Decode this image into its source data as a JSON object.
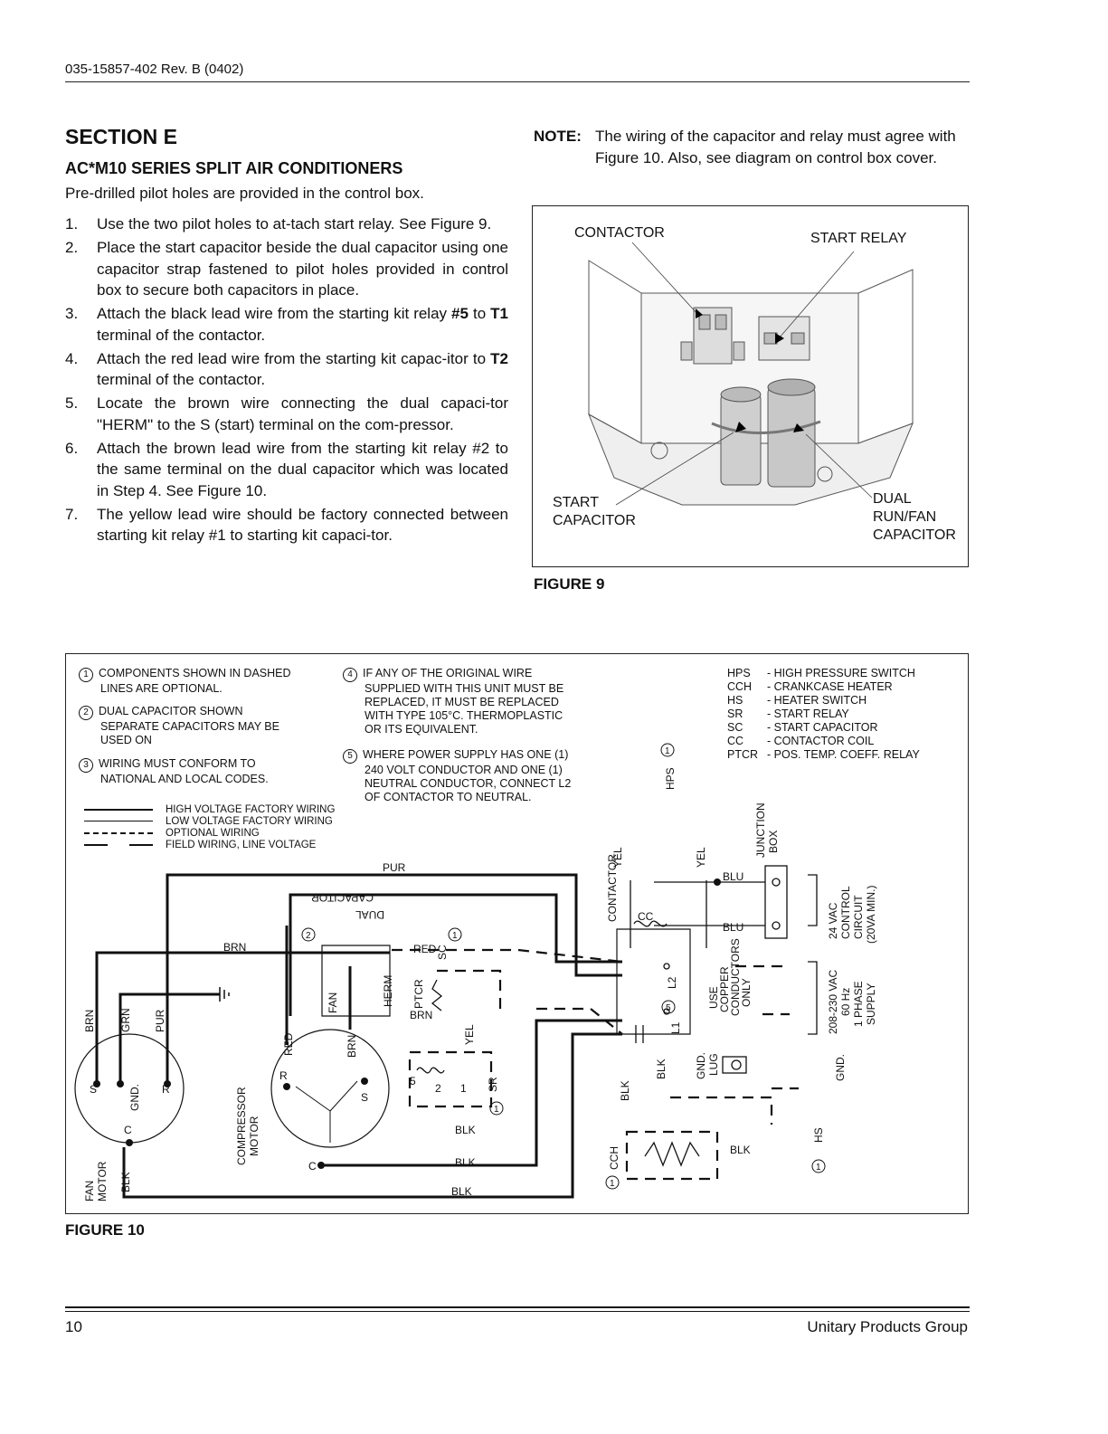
{
  "header": {
    "doc_number": "035-15857-402 Rev. B (0402)"
  },
  "section": {
    "title": "SECTION E",
    "subtitle": "AC*M10 SERIES SPLIT AIR CONDITIONERS",
    "intro": "Pre-drilled pilot holes are provided in the control box.",
    "steps": [
      {
        "num": "1.",
        "text": "Use the two pilot holes to at-tach start relay. See Figure 9."
      },
      {
        "num": "2.",
        "text": "Place the start capacitor beside the dual capacitor using one capacitor strap fastened to pilot holes provided in control box to secure both capacitors in place."
      },
      {
        "num": "3.",
        "pre": "Attach the black lead wire from the starting kit relay ",
        "b1": "#5",
        "mid": " to ",
        "b2": "T1",
        "post": " terminal of the contactor."
      },
      {
        "num": "4.",
        "pre": "Attach the red lead wire from the starting kit capac-itor to ",
        "b1": "T2",
        "post": " terminal of the contactor."
      },
      {
        "num": "5.",
        "text": "Locate the brown wire connecting the dual capaci-tor \"HERM\" to the S (start) terminal on the com-pressor."
      },
      {
        "num": "6.",
        "text": "Attach the brown lead wire from the starting kit relay #2 to the same terminal on the dual capacitor which was located in Step 4. See Figure 10."
      },
      {
        "num": "7.",
        "text": "The yellow lead wire should be factory connected between starting kit relay #1 to starting kit capaci-tor."
      }
    ]
  },
  "note": {
    "label": "NOTE:",
    "text": "The wiring of the capacitor and relay must agree with Figure 10. Also, see diagram on control box cover."
  },
  "figure9": {
    "caption": "FIGURE 9",
    "labels": {
      "contactor": "CONTACTOR",
      "start_relay": "START RELAY",
      "start_cap_1": "START",
      "start_cap_2": "CAPACITOR",
      "dual_1": "DUAL",
      "dual_2": "RUN/FAN",
      "dual_3": "CAPACITOR"
    }
  },
  "figure10": {
    "caption": "FIGURE 10",
    "notes": {
      "n1_num": "1",
      "n1_a": "COMPONENTS SHOWN IN DASHED",
      "n1_b": "LINES ARE OPTIONAL.",
      "n2_num": "2",
      "n2_a": "DUAL CAPACITOR SHOWN",
      "n2_b": "SEPARATE CAPACITORS MAY BE",
      "n2_c": "USED ON",
      "n3_num": "3",
      "n3_a": "WIRING MUST CONFORM TO",
      "n3_b": "NATIONAL AND LOCAL CODES.",
      "n4_num": "4",
      "n4_a": "IF ANY OF THE ORIGINAL WIRE",
      "n4_b": "SUPPLIED WITH THIS UNIT MUST BE",
      "n4_c": "REPLACED, IT MUST BE REPLACED",
      "n4_d": "WITH TYPE 105°C. THERMOPLASTIC",
      "n4_e": "OR ITS EQUIVALENT.",
      "n5_num": "5",
      "n5_a": "WHERE POWER SUPPLY HAS ONE (1)",
      "n5_b": "240 VOLT CONDUCTOR AND ONE (1)",
      "n5_c": "NEUTRAL CONDUCTOR, CONNECT L2",
      "n5_d": "OF CONTACTOR TO NEUTRAL."
    },
    "abbreviations": [
      {
        "abbr": "HPS",
        "desc": "- HIGH PRESSURE SWITCH"
      },
      {
        "abbr": "CCH",
        "desc": "- CRANKCASE HEATER"
      },
      {
        "abbr": "HS",
        "desc": "- HEATER SWITCH"
      },
      {
        "abbr": "SR",
        "desc": "- START RELAY"
      },
      {
        "abbr": "SC",
        "desc": "- START CAPACITOR"
      },
      {
        "abbr": "CC",
        "desc": "- CONTACTOR COIL"
      },
      {
        "abbr": "PTCR",
        "desc": "- POS. TEMP. COEFF. RELAY"
      }
    ],
    "legend": [
      "HIGH VOLTAGE FACTORY WIRING",
      "LOW VOLTAGE FACTORY WIRING",
      "OPTIONAL WIRING",
      "FIELD WIRING, LINE VOLTAGE"
    ],
    "labels": {
      "pur": "PUR",
      "brn": "BRN",
      "grn": "GRN",
      "red": "RED",
      "yel": "YEL",
      "blk": "BLK",
      "blu": "BLU",
      "s": "S",
      "gnd": "GND.",
      "r": "R",
      "c": "C",
      "fan_motor": "FAN",
      "fan_motor_2": "MOTOR",
      "compressor": "COMPRESSOR",
      "compressor_2": "MOTOR",
      "dual_cap": "CAPACITOR",
      "dual_cap_2": "DUAL",
      "fan": "FAN",
      "herm": "HERM",
      "ptcr": "PTCR",
      "sc": "SC",
      "sr": "SR",
      "contactor": "CONTACTOR",
      "cc": "CC",
      "l1": "L1",
      "l2": "L2",
      "hps": "HPS",
      "hs": "HS",
      "cch": "CCH",
      "junction": "JUNCTION",
      "box": "BOX",
      "control_1": "24 VAC",
      "control_2": "CONTROL",
      "control_3": "CIRCUIT",
      "control_4": "(20VA MIN.)",
      "supply_1": "208-230 VAC",
      "supply_2": "60 Hz",
      "supply_3": "1 PHASE",
      "supply_4": "SUPPLY",
      "use_1": "USE",
      "use_2": "COPPER",
      "use_3": "CONDUCTORS",
      "use_4": "ONLY",
      "gnd_lug_1": "GND.",
      "gnd_lug_2": "LUG",
      "gnd_right": "GND.",
      "relay_5": "5",
      "relay_2": "2",
      "relay_1": "1",
      "circ_1": "1",
      "circ_2": "2",
      "circ_5": "5"
    }
  },
  "footer": {
    "page_number": "10",
    "company": "Unitary Products Group"
  }
}
